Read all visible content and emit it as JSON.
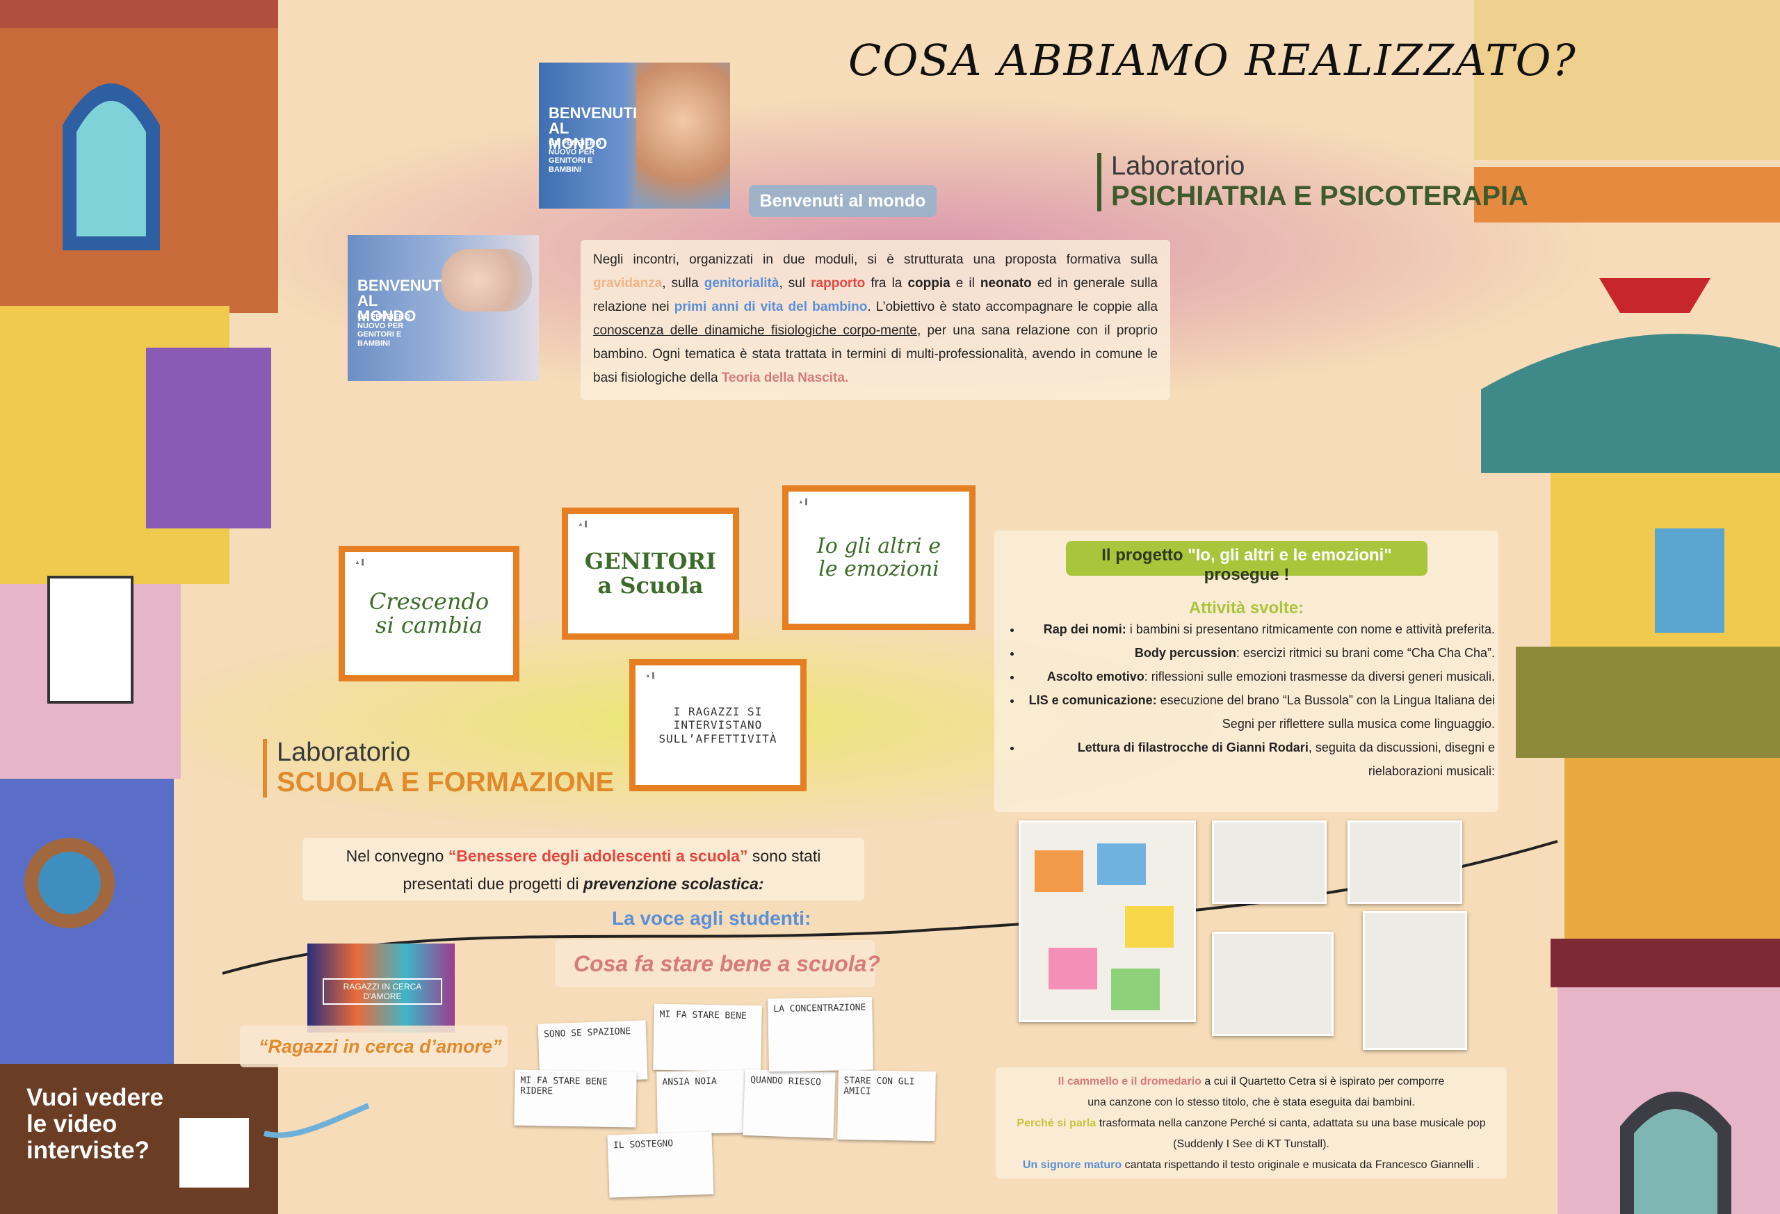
{
  "header": {
    "title": "COSA ABBIAMO REALIZZATO?"
  },
  "lab_psychiatry": {
    "label": "Laboratorio",
    "name": "PSICHIATRIA E PSICOTERAPIA",
    "tag": "Benvenuti al mondo",
    "poster": {
      "title": "BENVENUTI AL MONDO",
      "subtitle": "UN PENSIERO NUOVO PER GENITORI E BAMBINI"
    },
    "paragraph_parts": [
      {
        "text": "Negli incontri, organizzati in due moduli, si è strutturata una proposta formativa sulla ",
        "style": "normal"
      },
      {
        "text": "gravidanza",
        "style": "peach"
      },
      {
        "text": ", sulla ",
        "style": "normal"
      },
      {
        "text": "genitorialità",
        "style": "blue"
      },
      {
        "text": ", sul ",
        "style": "normal"
      },
      {
        "text": "rapporto",
        "style": "red"
      },
      {
        "text": " fra la ",
        "style": "normal"
      },
      {
        "text": "coppia",
        "style": "bold"
      },
      {
        "text": " e il ",
        "style": "normal"
      },
      {
        "text": "neonato",
        "style": "bold"
      },
      {
        "text": " ed in generale sulla relazione nei ",
        "style": "normal"
      },
      {
        "text": "primi anni di vita del bambino",
        "style": "blue"
      },
      {
        "text": ". L’obiettivo è stato accompagnare le coppie alla ",
        "style": "normal"
      },
      {
        "text": "conoscenza delle dinamiche fisiologiche corpo-mente",
        "style": "underline"
      },
      {
        "text": ", per una sana relazione con il proprio bambino. Ogni tematica è stata trattata in termini di multi-professionalità, avendo in comune le basi fisiologiche della ",
        "style": "normal"
      },
      {
        "text": "Teoria della Nascita.",
        "style": "rose"
      }
    ]
  },
  "lab_school": {
    "label": "Laboratorio",
    "name": "SCUOLA E FORMAZIONE",
    "cards": [
      {
        "title": "Crescendo si cambia"
      },
      {
        "title": "GENITORI a Scuola"
      },
      {
        "title": "Io gli altri e le emozioni"
      },
      {
        "title": "I RAGAZZI SI INTERVISTANO SULL’AFFETTIVITÀ"
      }
    ]
  },
  "convegno": {
    "pre": "Nel convegno ",
    "title": "“Benessere degli adolescenti a scuola”",
    "post": " sono stati",
    "line2_pre": "presentati due progetti di ",
    "line2_em": "prevenzione scolastica:",
    "voce": "La voce agli studenti:",
    "question": "Cosa fa stare bene a scuola?",
    "ragazzi_caption": "“Ragazzi in cerca d’amore”",
    "ragazzi_image_text": "RAGAZZI IN CERCA D'AMORE",
    "notes": [
      "SONO SE SPAZIONE",
      "MI FA STARE BENE",
      "ANSIA NOIA",
      "QUANDO RIESCO",
      "LA CONCENTRAZIONE",
      "STARE CON GLI AMICI",
      "MI FA STARE BENE RIDERE",
      "IL SOSTEGNO"
    ]
  },
  "video": {
    "line1": "Vuoi vedere",
    "line2": "le video",
    "line3": "interviste?"
  },
  "progetto": {
    "pre": "Il progetto ",
    "name": "\"Io, gli altri e le emozioni\"",
    "post": " prosegue !",
    "heading": "Attività svolte:",
    "items": [
      {
        "bold": "Rap dei nomi:",
        "text": " i bambini si presentano ritmicamente con nome e attività preferita."
      },
      {
        "bold": "Body percussion",
        "text": ": esercizi ritmici su brani come “Cha Cha Cha”."
      },
      {
        "bold": "Ascolto emotivo",
        "text": ": riflessioni sulle emozioni trasmesse da diversi generi musicali."
      },
      {
        "bold": "LIS e comunicazione:",
        "text": " esecuzione del brano “La Bussola” con la Lingua Italiana dei Segni per riflettere sulla musica come linguaggio."
      },
      {
        "bold": "Lettura di filastrocche di Gianni Rodari",
        "text": ", seguita da discussioni, disegni e rielaborazioni musicali:"
      }
    ]
  },
  "songs": {
    "l1_hl": "Il cammello e il dromedario",
    "l1": " a cui il Quartetto Cetra si è ispirato per comporre",
    "l2": "una canzone con lo stesso titolo, che è stata eseguita dai bambini.",
    "l3_hl": "Perché si parla",
    "l3": " trasformata nella canzone Perché si canta, adattata su una base musicale pop",
    "l4": "(Suddenly I See di KT Tunstall).",
    "l5_hl": "Un signore maturo",
    "l5": " cantata rispettando il testo originale e musicata da Francesco Giannelli ."
  },
  "colors": {
    "green": "#3d5a2c",
    "orange": "#e08a2c",
    "blue": "#5b8fd6",
    "red": "#e4473f",
    "rose": "#d67a7a",
    "peach": "#f2b48c",
    "yellow_green": "#a9c53b"
  }
}
